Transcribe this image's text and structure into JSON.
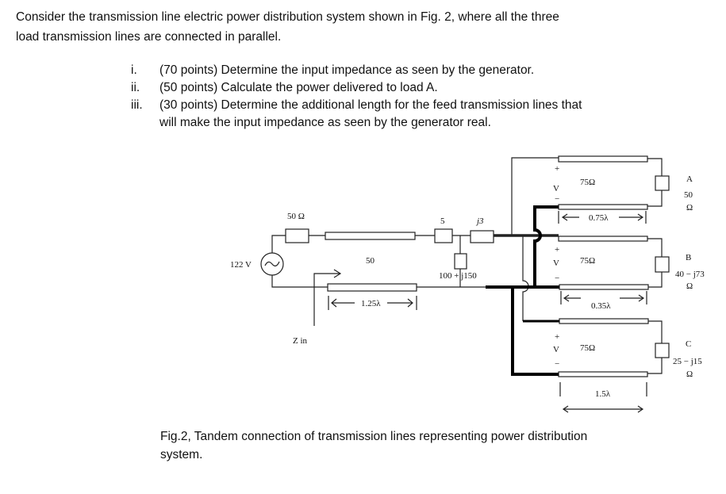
{
  "intro": [
    "Consider the transmission line electric power distribution system shown in Fig. 2, where all the three",
    "load transmission lines are connected in parallel."
  ],
  "questions": [
    {
      "num": "i.",
      "lines": [
        "(70 points) Determine the input impedance as seen by the generator."
      ]
    },
    {
      "num": "ii.",
      "lines": [
        "(50 points) Calculate the power delivered to load A."
      ]
    },
    {
      "num": "iii.",
      "lines": [
        "(30 points) Determine the additional length for  the feed transmission lines that",
        "will make the input impedance as seen by the generator  real."
      ]
    }
  ],
  "diagram": {
    "source_voltage": "122 V",
    "source_resistance": "50 Ω",
    "feed_impedance": "50",
    "feed_length": "1.25λ",
    "zin": "Z in",
    "series_r": "5",
    "series_x": "j3",
    "shunt": "100 + j150",
    "plus": "+",
    "v": "V",
    "minus": "−",
    "branches": [
      {
        "z0": "75Ω",
        "load_name": "A",
        "load_value": "50",
        "ohm": "Ω",
        "length": "0.75λ"
      },
      {
        "z0": "75Ω",
        "load_name": "B",
        "load_value": "40 − j73",
        "ohm": "Ω",
        "length": "0.35λ"
      },
      {
        "z0": "75Ω",
        "load_name": "C",
        "load_value": "25 − j15",
        "ohm": "Ω",
        "length": "1.5λ"
      }
    ]
  },
  "caption": [
    "Fig.2, Tandem connection of transmission lines representing power distribution",
    "system."
  ]
}
